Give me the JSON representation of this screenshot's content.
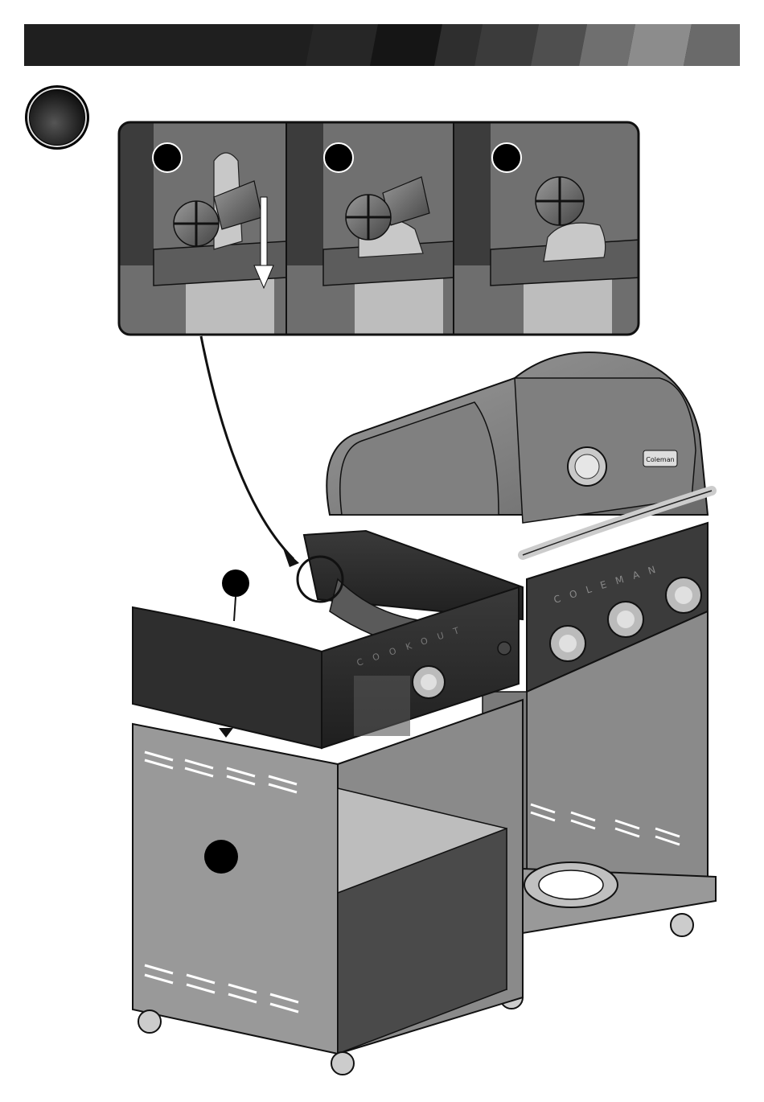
{
  "header": {
    "bar_colors": [
      "#1a1a1a",
      "#2b2b2b",
      "#3f3f3f",
      "#5a5a5a",
      "#7d7d7d",
      "#9a9a9a"
    ]
  },
  "step": {
    "badge_icon": "step-number-circle"
  },
  "inset": {
    "frames": [
      {
        "callout": "callout-1",
        "icon": "screw-slot-insert-icon",
        "shows_arrow": true
      },
      {
        "callout": "callout-2",
        "icon": "screw-slot-slide-icon",
        "shows_arrow": false
      },
      {
        "callout": "callout-3",
        "icon": "screw-slot-locked-icon",
        "shows_arrow": false
      }
    ]
  },
  "grill": {
    "brand_badge": "Coleman",
    "panel_wordmark": "COLEMAN",
    "side_wordmark": "COOKOUT",
    "parts": [
      "side-burner-panel",
      "side-cabinet",
      "main-grill-body"
    ]
  },
  "colors": {
    "line": "#111111",
    "body_gray": "#8a8a8a",
    "dark_panel": "#3a3a3a",
    "inset_bg": "#6b6b6b"
  }
}
